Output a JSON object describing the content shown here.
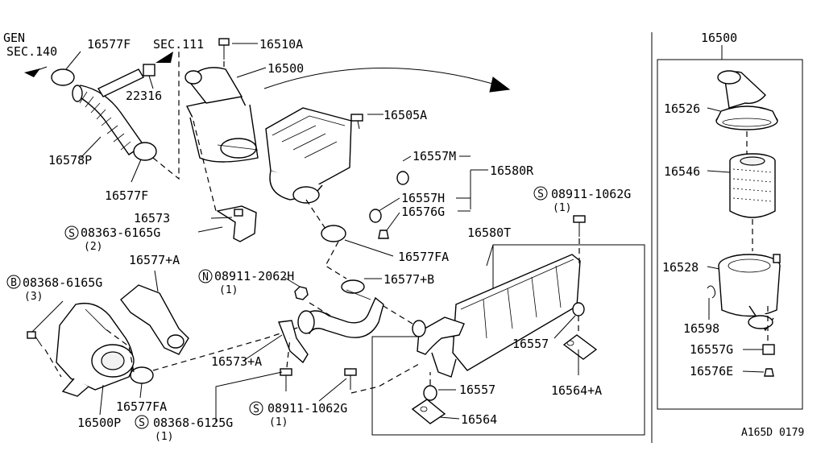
{
  "labels": {
    "gen": "GEN",
    "sec140": "SEC.140",
    "p16577F_top": "16577F",
    "sec111": "SEC.111",
    "p16510A": "16510A",
    "p16500_main": "16500",
    "p22316": "22316",
    "p16578P": "16578P",
    "p16577F_low": "16577F",
    "p16505A": "16505A",
    "p16557M": "16557M",
    "p16580R": "16580R",
    "p16557H": "16557H",
    "p16576G": "16576G",
    "p16573": "16573",
    "s08363": "08363-6165G",
    "q2": "(2)",
    "p16577A": "16577+A",
    "n08911": "08911-2062H",
    "q1a": "(1)",
    "p16577B": "16577+B",
    "p16577FA_mid": "16577FA",
    "b08368": "08368-6165G",
    "q3": "(3)",
    "p16573A": "16573+A",
    "p16577FA_low": "16577FA",
    "p16500P": "16500P",
    "s08368": "08368-6125G",
    "q1b": "(1)",
    "s08911_low": "08911-1062G",
    "q1c": "(1)",
    "s08911_top": "08911-1062G",
    "q1d": "(1)",
    "p16580T": "16580T",
    "p16557_right": "16557",
    "p16564A": "16564+A",
    "p16557_low": "16557",
    "p16564": "16564",
    "r16500": "16500",
    "r16526": "16526",
    "r16546": "16546",
    "r16528": "16528",
    "r16598": "16598",
    "r16557G": "16557G",
    "r16576E": "16576E",
    "footer": "A165D 0179"
  },
  "markers": {
    "s": "S",
    "n": "N",
    "b": "B"
  }
}
